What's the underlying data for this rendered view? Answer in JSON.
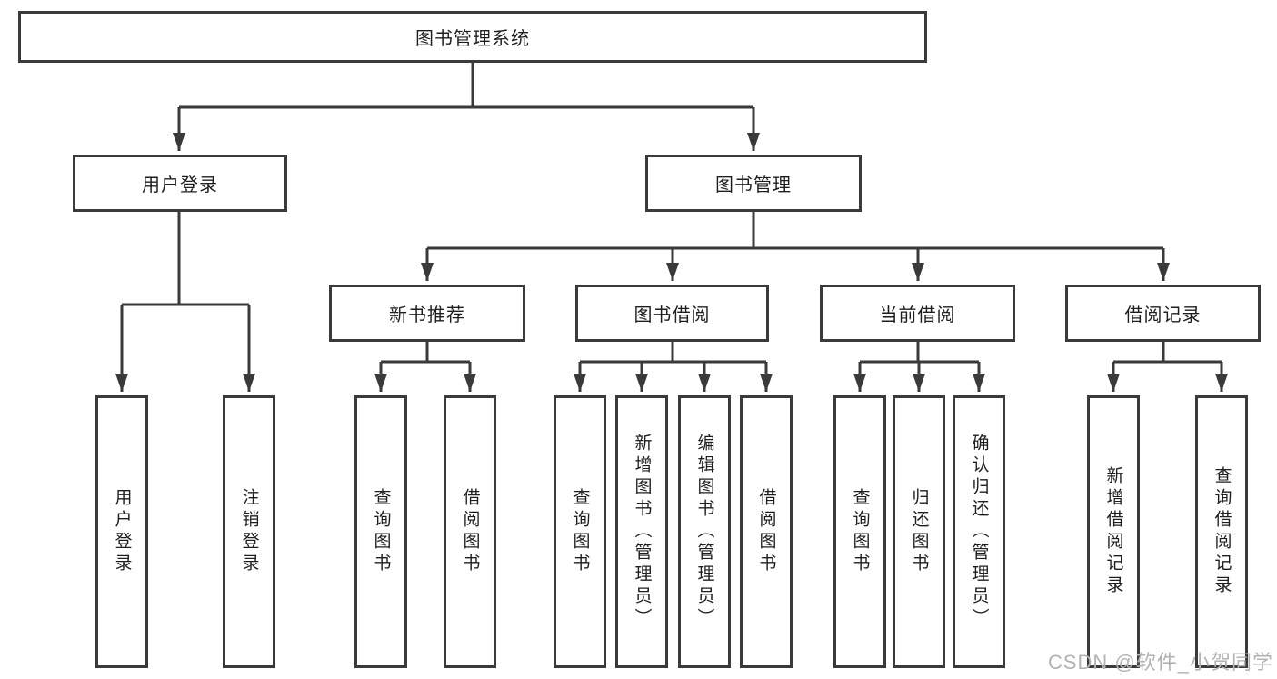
{
  "colors": {
    "line": "#3a3a3a",
    "text": "#1e1e1e",
    "watermark": "#b3b3b3",
    "bg": "#ffffff"
  },
  "tree": {
    "root": {
      "label": "图书管理系统"
    },
    "level2": [
      {
        "label": "用户登录",
        "children": [
          {
            "label": "用户登录"
          },
          {
            "label": "注销登录"
          }
        ]
      },
      {
        "label": "图书管理",
        "children": [
          {
            "label": "新书推荐",
            "children": [
              {
                "label": "查询图书"
              },
              {
                "label": "借阅图书"
              }
            ]
          },
          {
            "label": "图书借阅",
            "children": [
              {
                "label": "查询图书"
              },
              {
                "label": "新增图书（管理员）"
              },
              {
                "label": "编辑图书（管理员）"
              },
              {
                "label": "借阅图书"
              }
            ]
          },
          {
            "label": "当前借阅",
            "children": [
              {
                "label": "查询图书"
              },
              {
                "label": "归还图书"
              },
              {
                "label": "确认归还（管理员）"
              }
            ]
          },
          {
            "label": "借阅记录",
            "children": [
              {
                "label": "新增借阅记录"
              },
              {
                "label": "查询借阅记录"
              }
            ]
          }
        ]
      }
    ]
  },
  "watermark": {
    "text": "CSDN @软件_小贺同学"
  }
}
